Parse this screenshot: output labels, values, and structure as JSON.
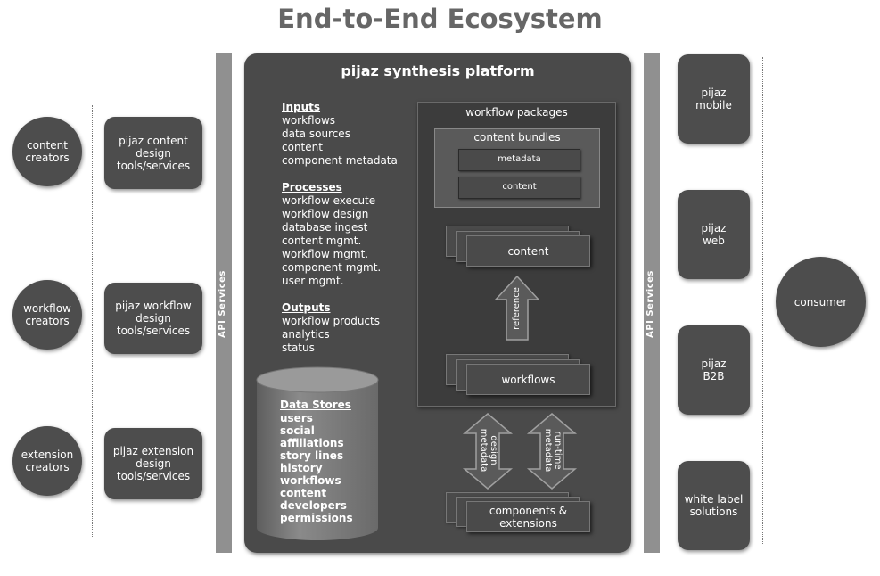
{
  "title": "End-to-End Ecosystem",
  "creators": [
    {
      "label": "content\ncreators",
      "tools": "pijaz content\ndesign\ntools/services"
    },
    {
      "label": "workflow\ncreators",
      "tools": "pijaz workflow\ndesign\ntools/services"
    },
    {
      "label": "extension\ncreators",
      "tools": "pijaz extension\ndesign\ntools/services"
    }
  ],
  "api_left": "API Services",
  "api_right": "API Services",
  "platform": {
    "title": "pijaz synthesis platform",
    "inputs_head": "Inputs",
    "inputs": [
      "workflows",
      "data sources",
      "content",
      "component metadata"
    ],
    "processes_head": "Processes",
    "processes": [
      "workflow execute",
      "workflow design",
      "database ingest",
      "content mgmt.",
      "workflow mgmt.",
      "component mgmt.",
      "user mgmt."
    ],
    "outputs_head": "Outputs",
    "outputs": [
      "workflow products",
      "analytics",
      "status"
    ],
    "datastores_head": "Data Stores",
    "datastores": [
      "users",
      "social",
      "affiliations",
      "story lines",
      "history",
      "workflows",
      "content",
      "developers",
      "permissions"
    ],
    "workflow_packages": "workflow packages",
    "content_bundles": "content bundles",
    "metadata": "metadata",
    "content_small": "content",
    "content_stack": "content",
    "reference": "reference",
    "workflows_stack": "workflows",
    "design_metadata": "design\nmetadata",
    "runtime_metadata": "run-time\nmetadata",
    "components": "components &\nextensions"
  },
  "outputs_right": [
    "pijaz\nmobile",
    "pijaz\nweb",
    "pijaz\nB2B",
    "white label\nsolutions"
  ],
  "consumer": "consumer",
  "colors": {
    "dark": "#4d4d4d",
    "bar": "#909090",
    "title": "#666666"
  }
}
